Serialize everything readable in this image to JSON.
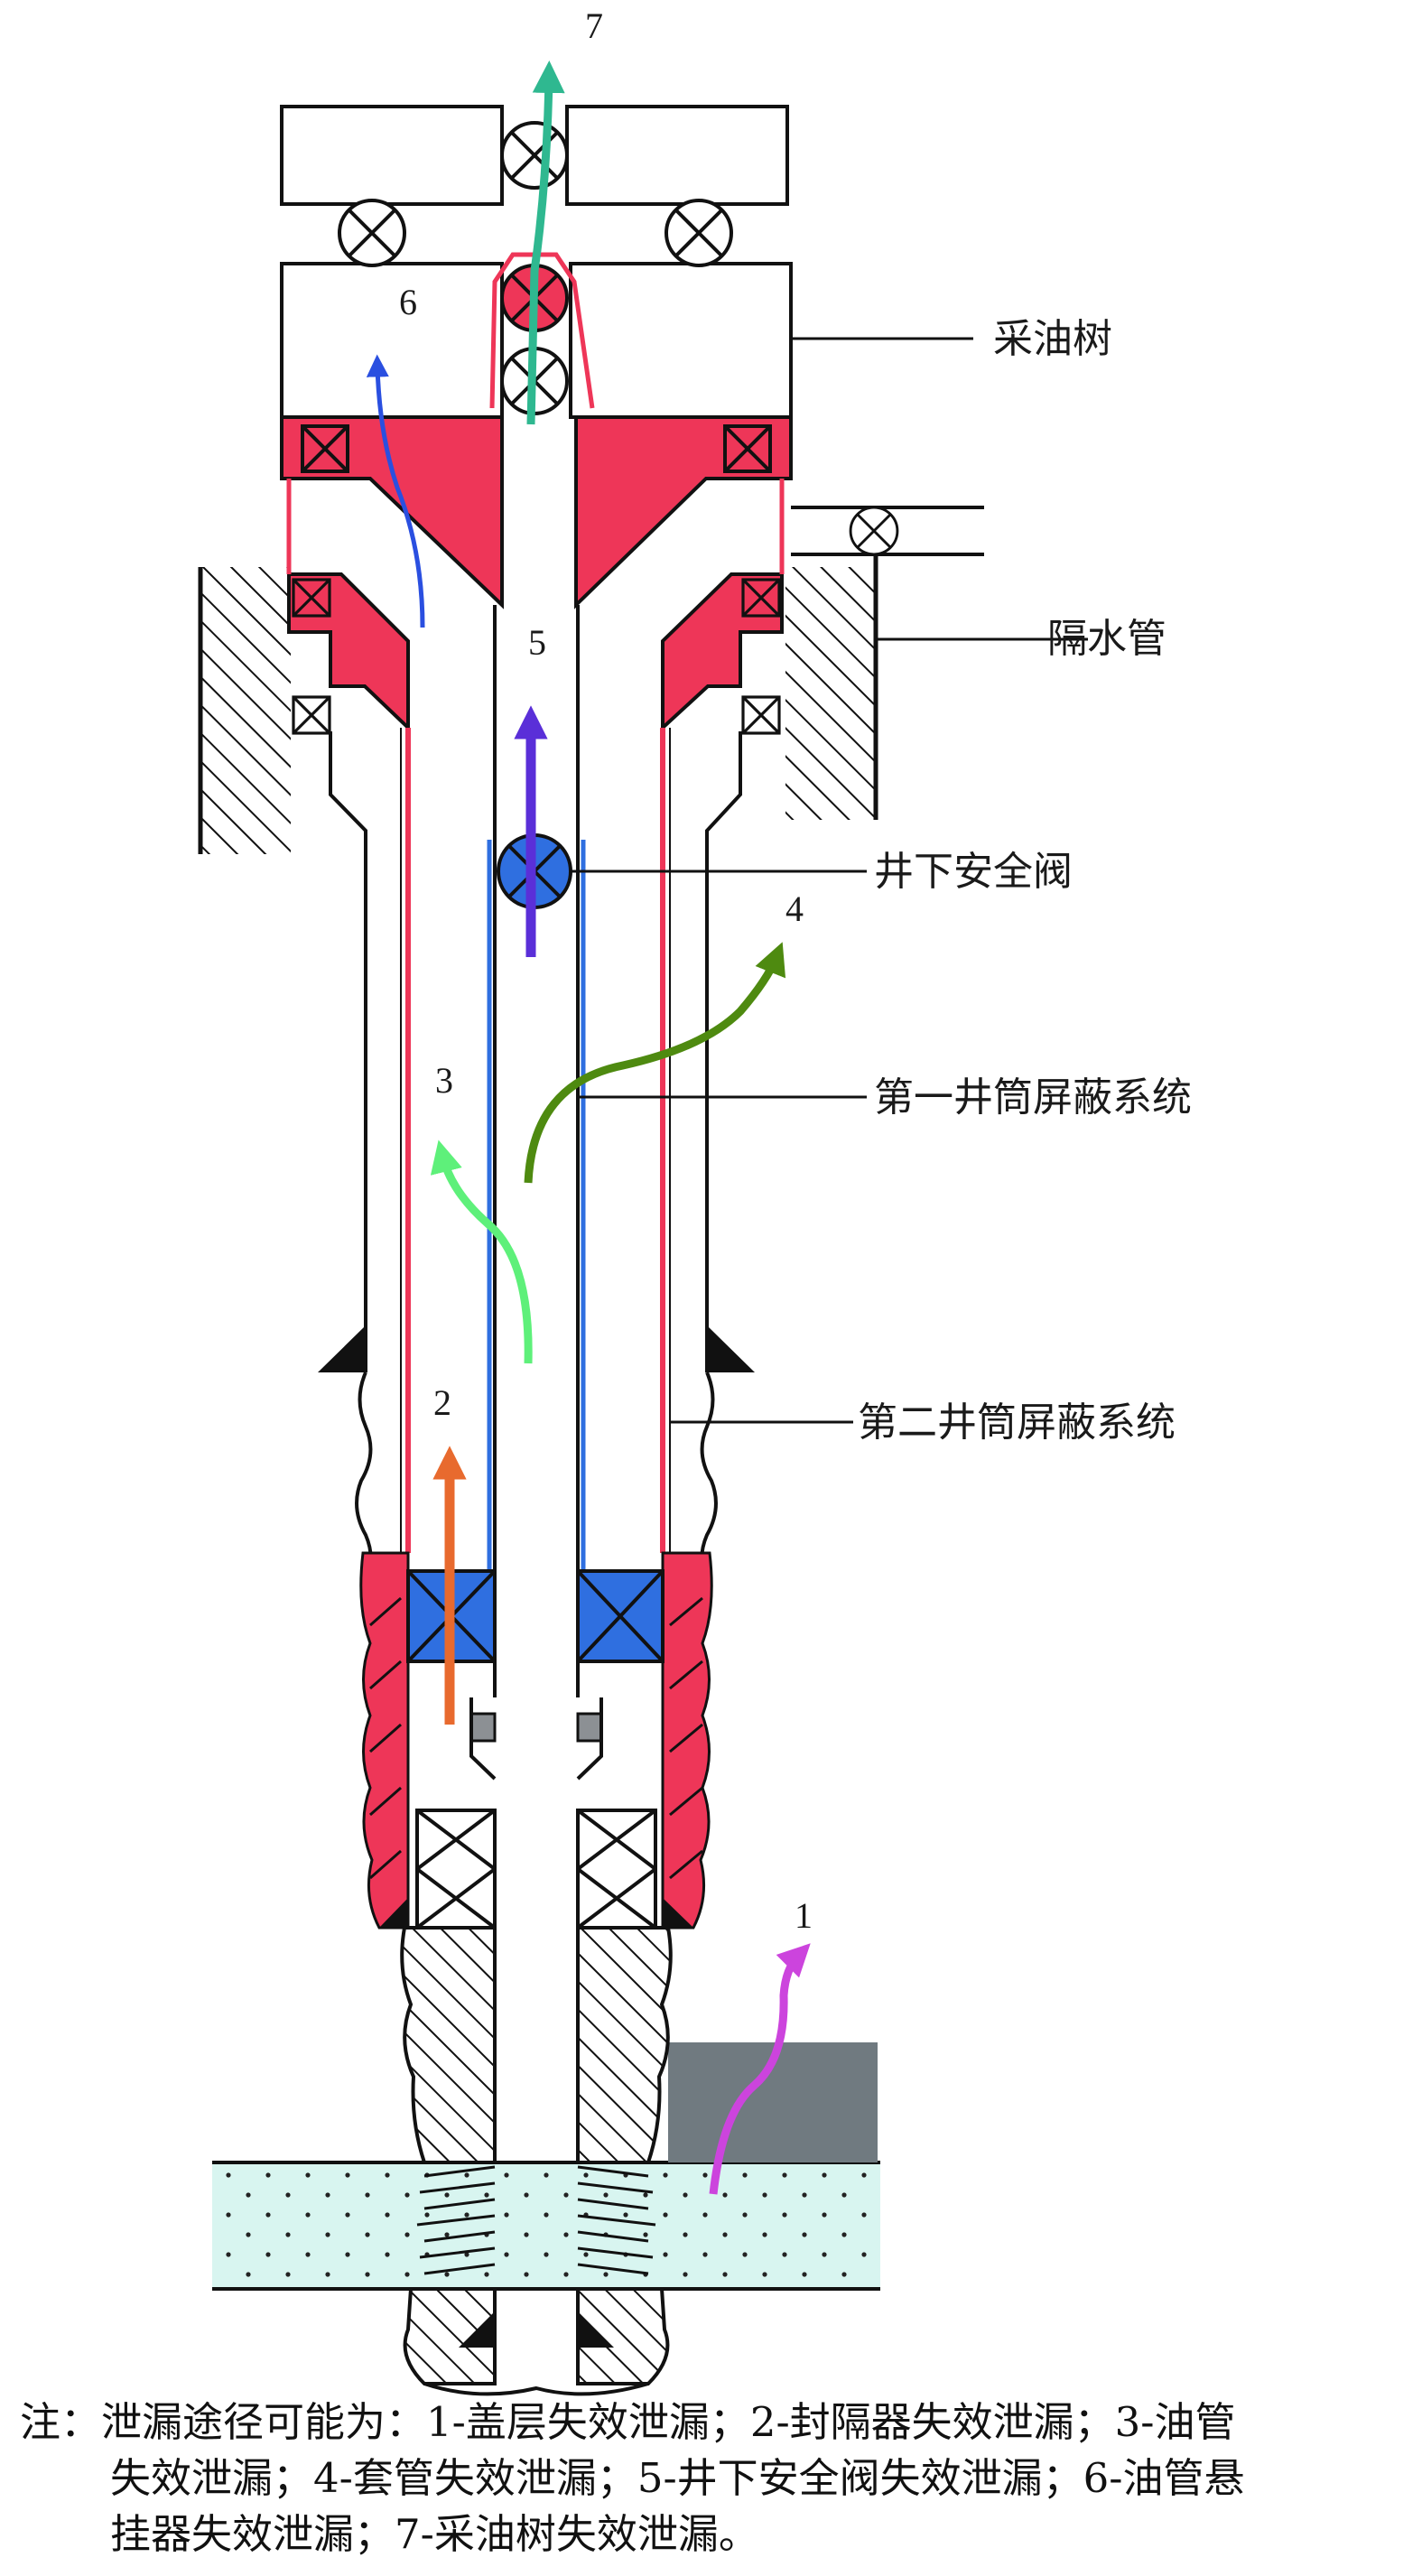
{
  "labels": {
    "christmas_tree": "采油树",
    "riser": "隔水管",
    "safety_valve": "井下安全阀",
    "barrier_1": "第一井筒屏蔽系统",
    "barrier_2": "第二井筒屏蔽系统"
  },
  "paths": [
    {
      "num": "1",
      "color": "#cc44dd"
    },
    {
      "num": "2",
      "color": "#e86a2e"
    },
    {
      "num": "3",
      "color": "#5ef07a"
    },
    {
      "num": "4",
      "color": "#4e8a10"
    },
    {
      "num": "5",
      "color": "#5a2fd8"
    },
    {
      "num": "6",
      "color": "#2a4fe0"
    },
    {
      "num": "7",
      "color": "#2fb890"
    }
  ],
  "colors": {
    "seal_red": "#ee3658",
    "packer_blue": "#2f6fe0",
    "formation_fill": "#d8f5f0",
    "caprock": "#707a80"
  },
  "note": {
    "line1": "注：泄漏途径可能为：1-盖层失效泄漏；2-封隔器失效泄漏；3-油管",
    "line2": "失效泄漏；4-套管失效泄漏；5-井下安全阀失效泄漏；6-油管悬",
    "line3": "挂器失效泄漏；7-采油树失效泄漏。"
  }
}
